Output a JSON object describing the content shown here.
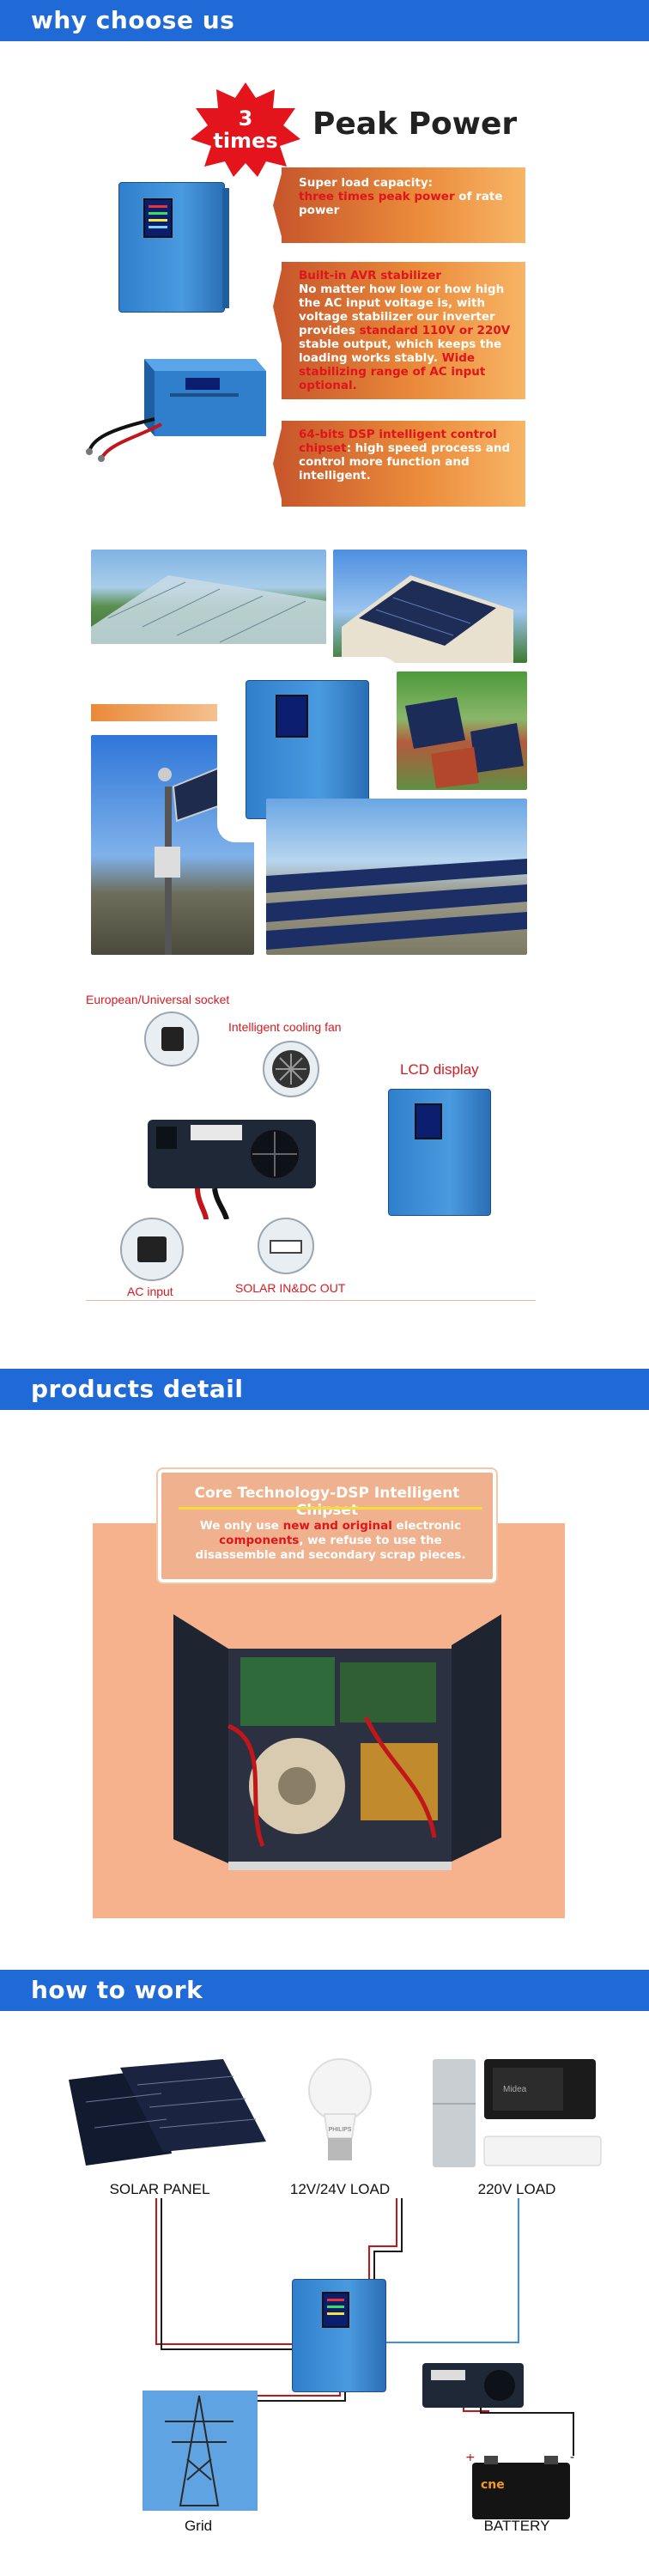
{
  "sections": {
    "why": "why choose us",
    "detail": "products detail",
    "work": "how to work"
  },
  "peak": {
    "badge_num": "3",
    "badge_word": "times",
    "title": "Peak Power"
  },
  "features": {
    "f1": {
      "a": "Super load capacity:",
      "b": "three times peak power",
      "c": " of rate power"
    },
    "f2": {
      "lead": "Built-in AVR stabilizer",
      "a": "No matter how low or how high the AC input voltage is, with voltage stabilizer our inverter provides ",
      "b": "standard 110V or 220V",
      "c": " stable output, which keeps the loading works stably. ",
      "d": "Wide stabilizing range of AC input optional."
    },
    "f3": {
      "lead": "64-bits DSP intelligent control chipset",
      "a": ": high speed process and control more function and intelligent."
    }
  },
  "callouts": {
    "socket": "European/Universal socket",
    "fan": "Intelligent cooling fan",
    "lcd": "LCD display",
    "ac": "AC input",
    "solar": "SOLAR IN&DC OUT"
  },
  "core": {
    "title": "Core Technology-DSP Intelligent Chipset",
    "a": "We only use ",
    "b": "new and original",
    "c": " electronic ",
    "d": "components",
    "e": ", we refuse to use the disassemble and secondary scrap pieces."
  },
  "work": {
    "solar_panel": "SOLAR PANEL",
    "load12": "12V/24V LOAD",
    "load220": "220V LOAD",
    "grid": "Grid",
    "battery": "BATTERY",
    "bulb_brand": "PHILIPS",
    "fridge_brand": "Midea"
  },
  "colors": {
    "header_blue": "#1f6ad6",
    "accent_red": "#e0151c",
    "orange": "#ea8a3a",
    "peach": "#f5b28d"
  }
}
